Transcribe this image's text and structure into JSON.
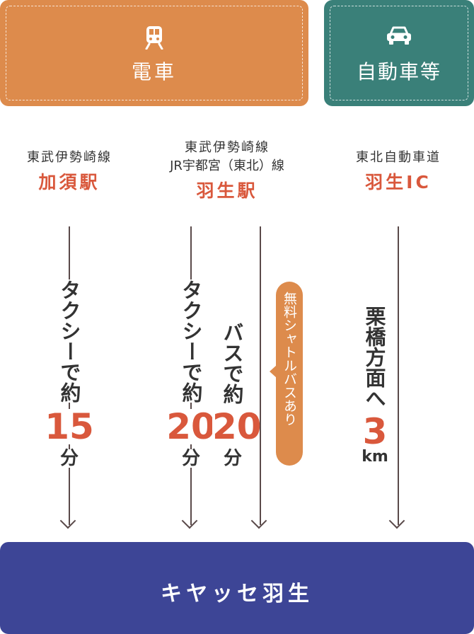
{
  "modes": {
    "train": {
      "label": "電車",
      "icon": "train-icon",
      "color": "#dd8b4c"
    },
    "car": {
      "label": "自動車等",
      "icon": "car-icon",
      "color": "#3a8079"
    }
  },
  "stations": {
    "kazo": {
      "line": "東武伊勢崎線",
      "name": "加須駅"
    },
    "hanyu": {
      "line1": "東武伊勢崎線",
      "line2": "JR宇都宮（東北）線",
      "name": "羽生駅"
    },
    "hanyu_ic": {
      "line": "東北自動車道",
      "name": "羽生IC"
    }
  },
  "routes": {
    "kazo_taxi": {
      "text": "タクシーで約",
      "num": "15",
      "unit": "分"
    },
    "hanyu_taxi": {
      "text": "タクシーで約",
      "num": "20",
      "unit": "分"
    },
    "hanyu_bus": {
      "text": "バスで約",
      "num": "20",
      "unit": "分"
    },
    "shuttle": {
      "text": "無料シャトルバスあり"
    },
    "ic_drive": {
      "text": "栗橋方面へ",
      "num": "3",
      "unit": "km"
    }
  },
  "destination": {
    "label": "キヤッセ羽生",
    "color": "#3d4596"
  },
  "colors": {
    "accent": "#d9583c",
    "arrow": "#5a4a4a"
  }
}
